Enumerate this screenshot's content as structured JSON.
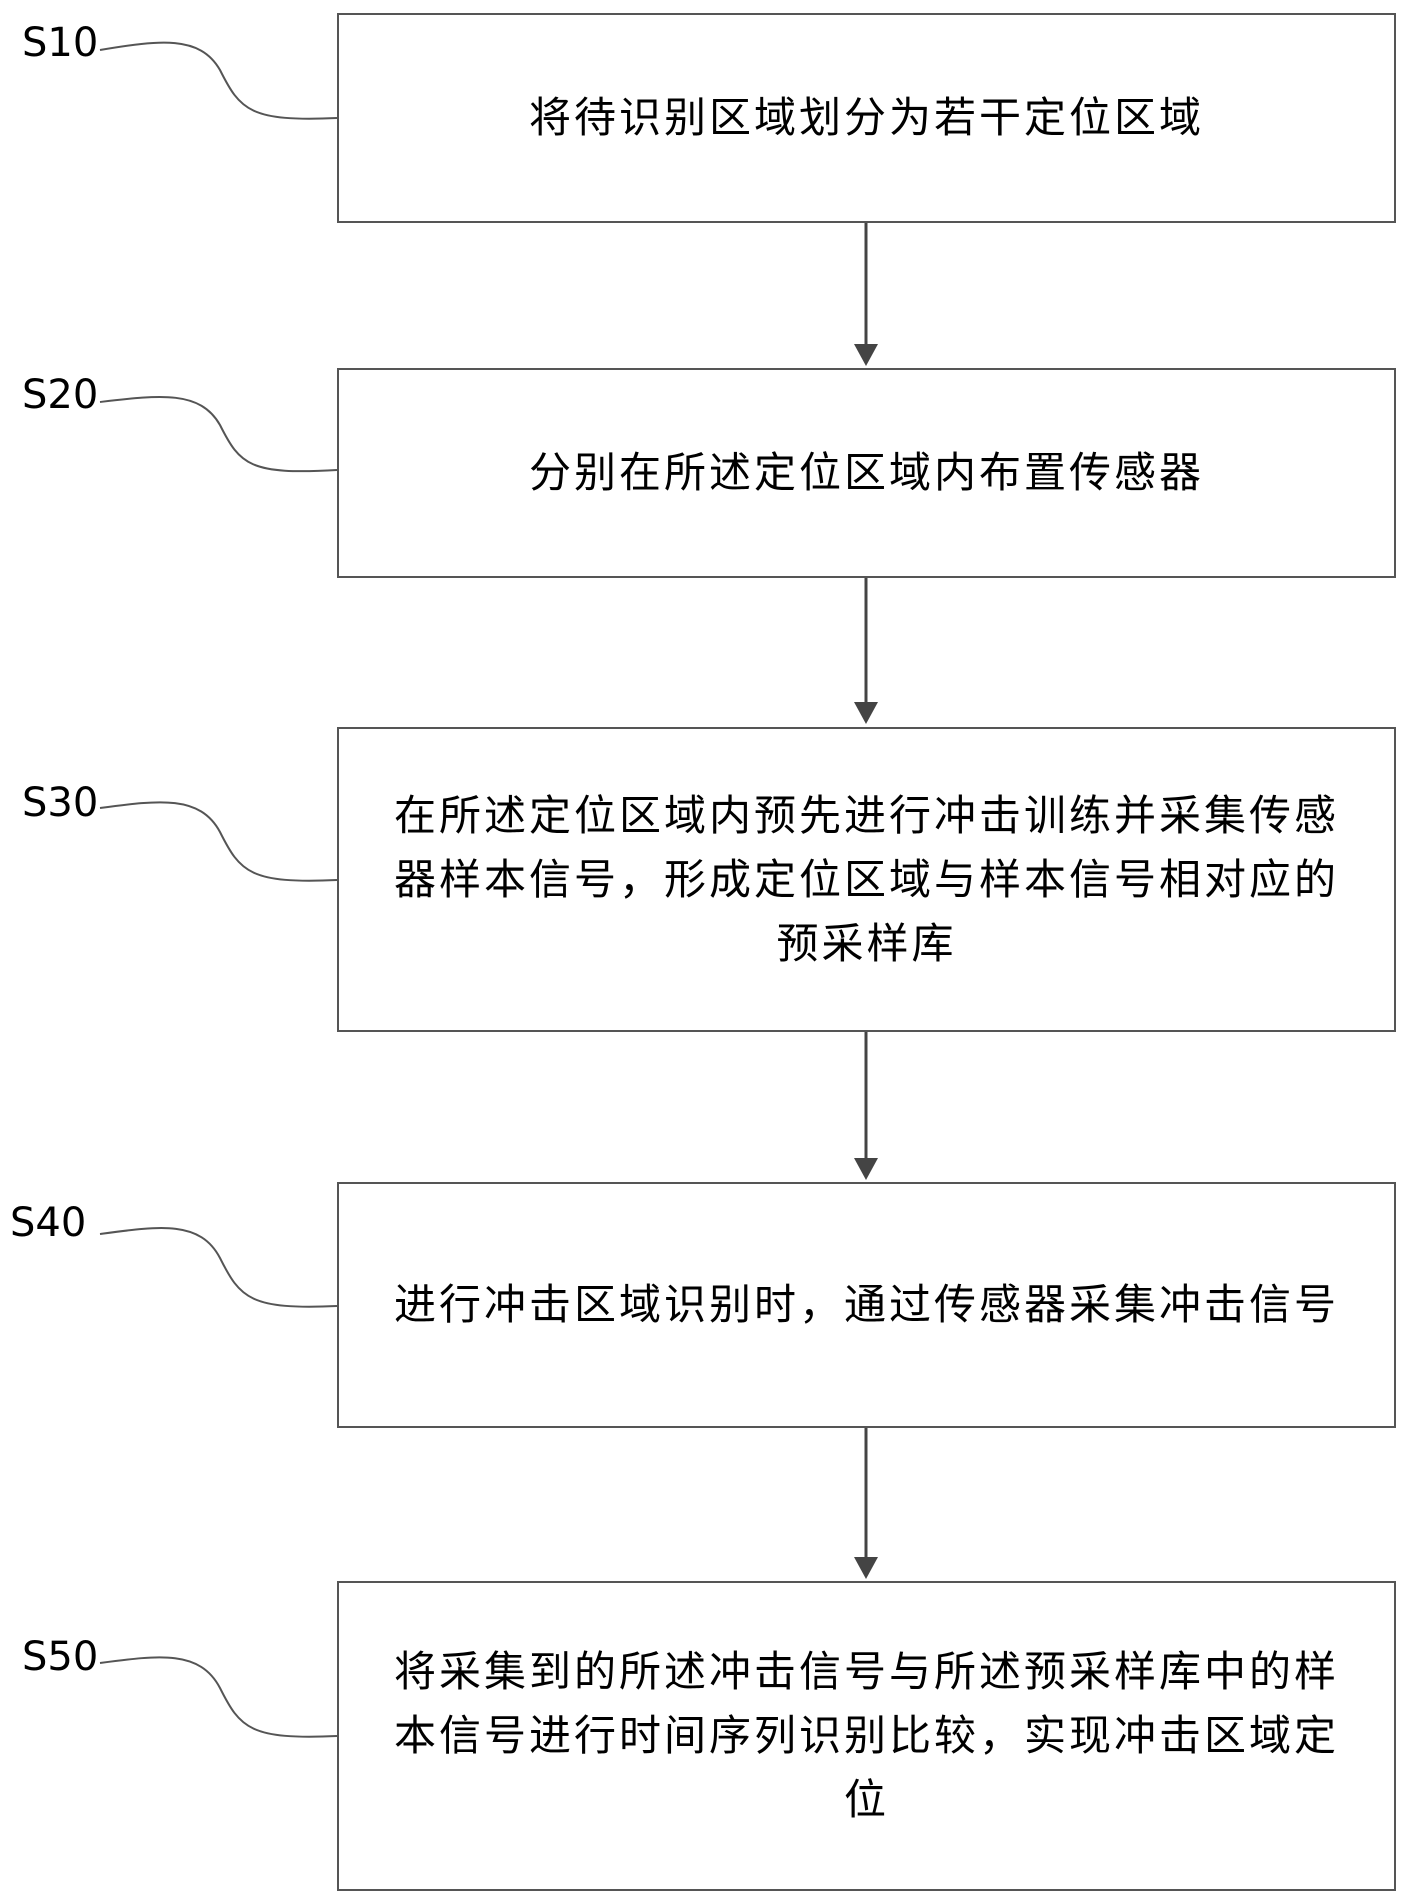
{
  "steps": [
    {
      "id": "S10",
      "text": "将待识别区域划分为若干定位区域"
    },
    {
      "id": "S20",
      "text": "分别在所述定位区域内布置传感器"
    },
    {
      "id": "S30",
      "text": "在所述定位区域内预先进行冲击训练并采集传感器样本信号，形成定位区域与样本信号相对应的预采样库"
    },
    {
      "id": "S40",
      "text": "进行冲击区域识别时，通过传感器采集冲击信号"
    },
    {
      "id": "S50",
      "text": "将采集到的所述冲击信号与所述预采样库中的样本信号进行时间序列识别比较，实现冲击区域定位"
    }
  ]
}
